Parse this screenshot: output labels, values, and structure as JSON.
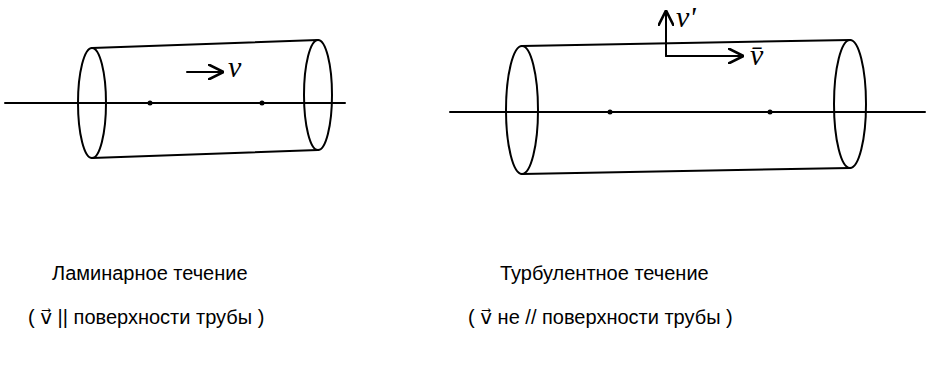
{
  "diagram": {
    "labels": [
      "v",
      "v'",
      "v̄",
      "Ламинарное течение",
      "( v⃗ || поверхности трубы )",
      "Турбулентное течение",
      "( v⃗ не // поверхности трубы )"
    ]
  }
}
